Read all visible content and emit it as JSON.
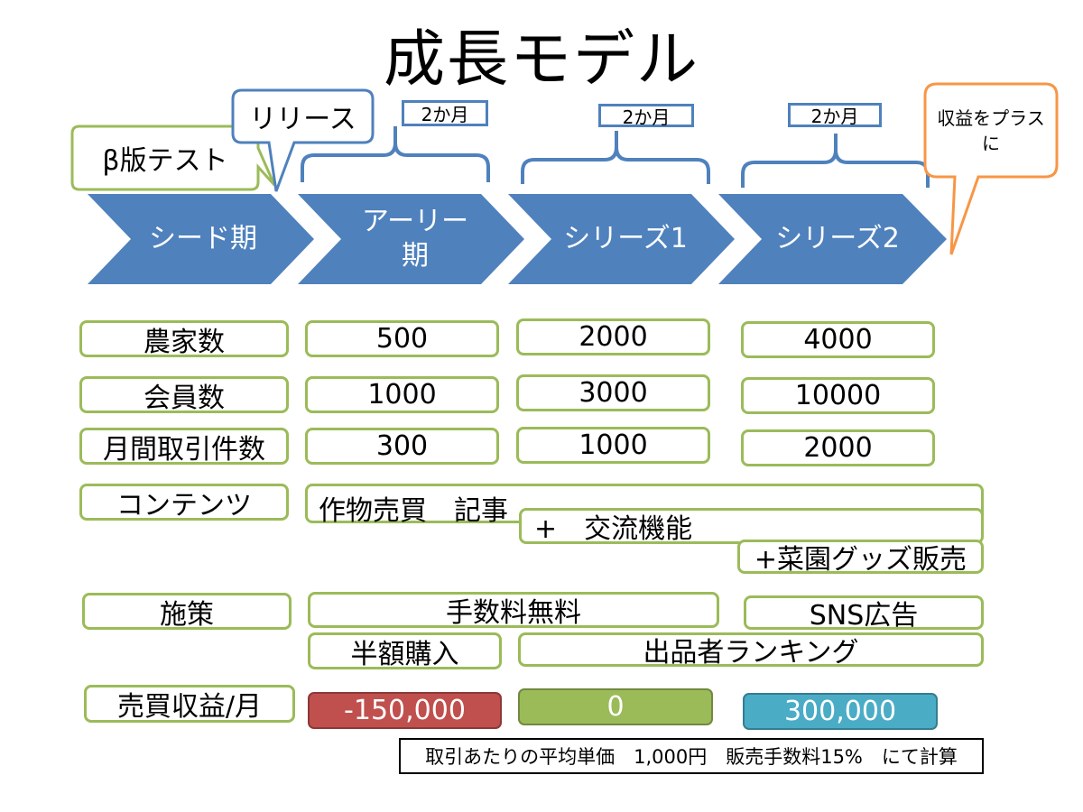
{
  "title": "成長モデル",
  "callouts": {
    "beta": "β版テスト",
    "release": "リリース",
    "profit": "収益をプラスに"
  },
  "durations": [
    "2か月",
    "2か月",
    "2か月"
  ],
  "stages": [
    {
      "label": "シード期"
    },
    {
      "label": "アーリー\n期"
    },
    {
      "label": "シリーズ1"
    },
    {
      "label": "シリーズ2"
    }
  ],
  "metrics": {
    "farmers": {
      "label": "農家数",
      "values": [
        "500",
        "2000",
        "4000"
      ]
    },
    "members": {
      "label": "会員数",
      "values": [
        "1000",
        "3000",
        "10000"
      ]
    },
    "transactions": {
      "label": "月間取引件数",
      "values": [
        "300",
        "1000",
        "2000"
      ]
    }
  },
  "contents": {
    "label": "コンテンツ",
    "items": [
      "作物売買　記事",
      "+　交流機能",
      "+菜園グッズ販売"
    ]
  },
  "measures": {
    "label": "施策",
    "items": [
      "手数料無料",
      "SNS広告",
      "半額購入",
      "出品者ランキング"
    ]
  },
  "revenue": {
    "label": "売買収益/月",
    "values": [
      "-150,000",
      "0",
      "300,000"
    ],
    "colors": [
      "#c0504d",
      "#9bbb59",
      "#4bacc6"
    ]
  },
  "note": "取引あたりの平均単価　1,000円　販売手数料15%　にて計算",
  "colors": {
    "chevron": "#4f81bd",
    "box_border": "#9bbb59",
    "profit_callout": "#f79646"
  }
}
